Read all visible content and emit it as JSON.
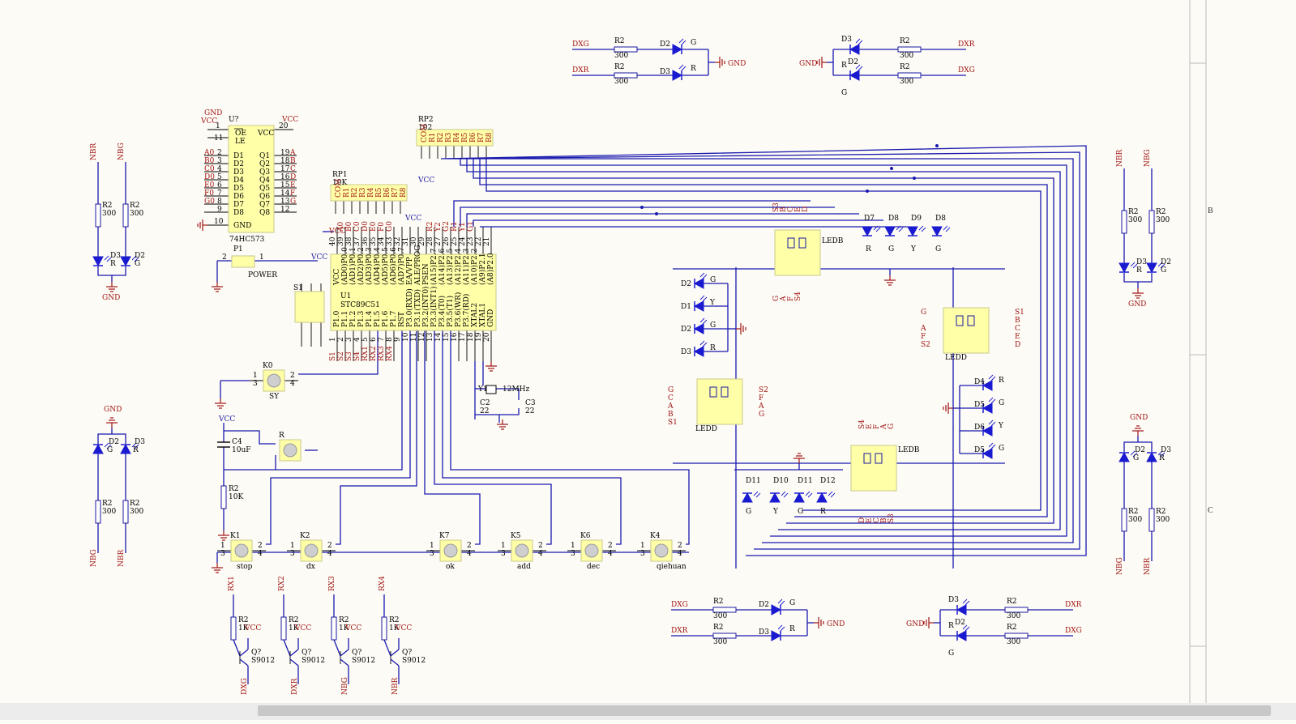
{
  "chips": {
    "latch": {
      "designator": "U?",
      "part": "74HC573",
      "oe": "OE",
      "le": "LE",
      "vcc": "VCC",
      "gnd": "GND",
      "d": [
        "D1",
        "D2",
        "D3",
        "D4",
        "D5",
        "D6",
        "D7",
        "D8"
      ],
      "q": [
        "Q1",
        "Q2",
        "Q3",
        "Q4",
        "Q5",
        "Q6",
        "Q7",
        "Q8"
      ],
      "in_pins": [
        "2",
        "3",
        "4",
        "5",
        "6",
        "7",
        "8",
        "9"
      ],
      "out_pins": [
        "19",
        "18",
        "17",
        "16",
        "15",
        "14",
        "13",
        "12"
      ],
      "in_nets": [
        "A0",
        "B0",
        "C0",
        "D0",
        "E0",
        "F0",
        "G0",
        ""
      ],
      "out_nets": [
        "A",
        "B",
        "C",
        "D",
        "E",
        "F",
        "G",
        ""
      ],
      "pin_oe": "1",
      "pin_le": "11",
      "pin_vcc": "20",
      "pin_gnd": "10"
    },
    "mcu": {
      "designator": "U1",
      "part": "STC89C51",
      "left": [
        "VCC",
        "(AD0)P0.0",
        "(AD1)P0.1",
        "(AD2)P0.2",
        "(AD3)P0.3",
        "(AD4)P0.4",
        "(AD5)P0.5",
        "(AD6)P0.6",
        "(AD7)P0.7",
        "EA/VPP",
        "ALE/PROG",
        "PSEN"
      ],
      "right": [
        "(A15)P2.7",
        "(A14)P2.6",
        "(A13)P2.5",
        "(A12)P2.4",
        "(A11)P2.3",
        "(A10)P2.2",
        "(A9)P2.1",
        "(A8)P2.0"
      ],
      "bottom": [
        "P1.0",
        "P1.1",
        "P1.2",
        "P1.3",
        "P1.4",
        "P1.5",
        "P1.6",
        "P1.7",
        "RST",
        "P3.0(RXD)",
        "P3.1(TXD)",
        "P3.2(INT0)",
        "P3.3(INT1)",
        "P3.4(T0)",
        "P3.5(T1)",
        "P3.6(WR)",
        "P3.7(RD)",
        "XTAL2",
        "XTAL1",
        "GND"
      ],
      "top_pins": [
        "40",
        "39",
        "38",
        "37",
        "36",
        "35",
        "34",
        "33",
        "32",
        "31",
        "30",
        "29",
        "28",
        "27",
        "26",
        "25",
        "24",
        "23",
        "22",
        "21"
      ],
      "top_nets": [
        "",
        "A0",
        "B0",
        "C0",
        "D0",
        "E0",
        "F0",
        "G0",
        "",
        "",
        "",
        "",
        "R2",
        "Y2",
        "G2",
        "R1",
        "Y1",
        "G1",
        "",
        ""
      ],
      "bot_pins": [
        "1",
        "2",
        "3",
        "4",
        "5",
        "6",
        "7",
        "8",
        "9",
        "10",
        "11",
        "12",
        "13",
        "14",
        "15",
        "16",
        "17",
        "18",
        "19",
        "20"
      ],
      "bot_nets": [
        "S1",
        "S2",
        "S3",
        "S4",
        "RX1",
        "RX2",
        "RX3",
        "RX4"
      ]
    },
    "rp1": {
      "designator": "RP1",
      "value": "10K",
      "com": "COM",
      "r": [
        "R1",
        "R2",
        "R3",
        "R4",
        "R5",
        "R6",
        "R7",
        "R8"
      ]
    },
    "rp2": {
      "designator": "RP2",
      "value": "102",
      "com": "COM",
      "r": [
        "R1",
        "R2",
        "R3",
        "R4",
        "R5",
        "R6",
        "R7",
        "R8"
      ]
    }
  },
  "power": {
    "vcc": "VCC",
    "gnd": "GND"
  },
  "power_conn": {
    "designator": "P1",
    "name": "POWER",
    "pins": [
      "2",
      "1"
    ]
  },
  "switch_s1": {
    "designator": "S1"
  },
  "crystal": {
    "designator": "Y1",
    "value": "12MHz",
    "c2": "C2",
    "c3": "C3",
    "cval": "22"
  },
  "reset": {
    "cap": "C4",
    "cap_val": "10uF",
    "res": "R2",
    "res_val": "10K",
    "key": "R"
  },
  "keys": [
    {
      "id": "K0",
      "label": "SY"
    },
    {
      "id": "K1",
      "label": "stop"
    },
    {
      "id": "K2",
      "label": "dx"
    },
    {
      "id": "K7",
      "label": "ok"
    },
    {
      "id": "K5",
      "label": "add"
    },
    {
      "id": "K6",
      "label": "dec"
    },
    {
      "id": "K4",
      "label": "qiehuan"
    }
  ],
  "key_pins": [
    "1",
    "2",
    "3",
    "4"
  ],
  "resistor": {
    "ref": "R2",
    "value": "300"
  },
  "nets": {
    "dxg": "DXG",
    "dxr": "DXR",
    "nbg": "NBG",
    "nbr": "NBR"
  },
  "leds": {
    "d1": "D1",
    "d2": "D2",
    "d3": "D3",
    "d4": "D4",
    "d5": "D5",
    "d6": "D6",
    "d7": "D7",
    "d8": "D8",
    "d9": "D9",
    "d10": "D10",
    "d11": "D11",
    "d12": "D12",
    "r": "R",
    "g": "G",
    "y": "Y"
  },
  "displays": {
    "ledd": "LEDD",
    "ledb": "LEDB"
  },
  "transistors": [
    {
      "net_in": "RX1",
      "ref": "Q?",
      "part": "S9012",
      "res": "R2",
      "rval": "1K",
      "net_out": "DXG"
    },
    {
      "net_in": "RX2",
      "ref": "Q?",
      "part": "S9012",
      "res": "R2",
      "rval": "1K",
      "net_out": "DXR"
    },
    {
      "net_in": "RX3",
      "ref": "Q?",
      "part": "S9012",
      "res": "R2",
      "rval": "1K",
      "net_out": "NBG"
    },
    {
      "net_in": "RX4",
      "ref": "Q?",
      "part": "S9012",
      "res": "R2",
      "rval": "1K",
      "net_out": "NBR"
    }
  ],
  "border": {
    "b": "B",
    "c": "C"
  },
  "colors": {
    "wire": "#1a1ab0",
    "net": "#a01414",
    "chip": "#ffffa8",
    "paper": "#fdfbf5"
  }
}
